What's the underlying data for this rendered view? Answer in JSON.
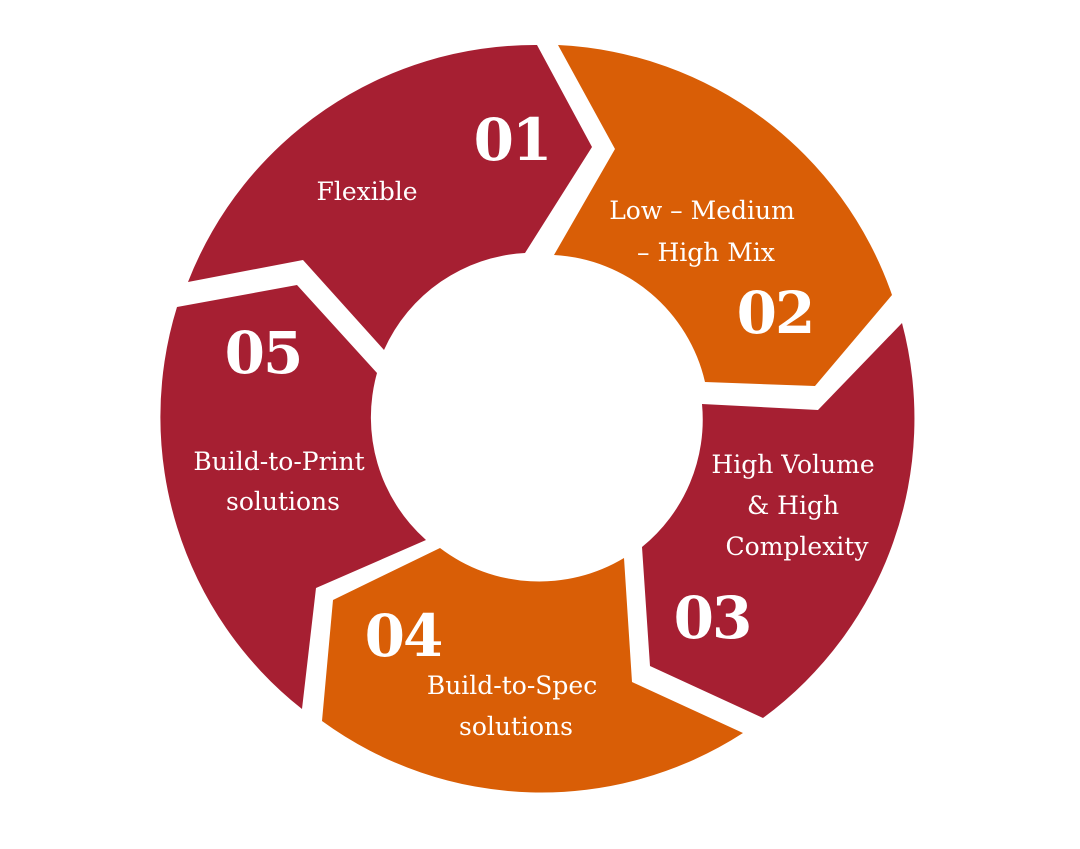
{
  "colors": {
    "crimson": "#A61F32",
    "orange": "#D95E06",
    "background": "#FFFFFF"
  },
  "segments": [
    {
      "number": "01",
      "lines": [
        "Flexible"
      ],
      "color": "crimson"
    },
    {
      "number": "02",
      "lines": [
        "Low – Medium",
        "– High Mix"
      ],
      "color": "orange"
    },
    {
      "number": "03",
      "lines": [
        "High Volume",
        "& High",
        "Complexity"
      ],
      "color": "crimson"
    },
    {
      "number": "04",
      "lines": [
        "Build-to-Spec",
        "solutions"
      ],
      "color": "orange"
    },
    {
      "number": "05",
      "lines": [
        "Build-to-Print",
        "solutions"
      ],
      "color": "crimson"
    }
  ]
}
